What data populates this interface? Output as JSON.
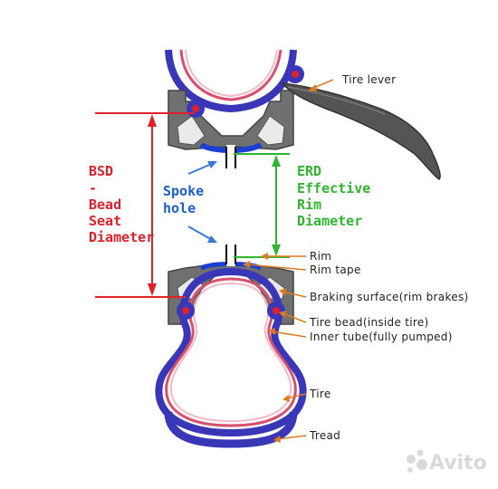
{
  "labels": {
    "tire_lever": "Tire lever",
    "rim": "Rim",
    "rim_tape": "Rim tape",
    "braking_surface": "Braking surface(rim brakes)",
    "tire_bead": "Tire bead(inside tire)",
    "inner_tube": "Inner tube(fully pumped)",
    "tire": "Tire",
    "tread": "Tread"
  },
  "bsd": [
    "BSD",
    "-",
    "Bead",
    "Seat",
    "Diameter"
  ],
  "erd": [
    "ERD",
    "Effective",
    "Rim",
    "Diameter"
  ],
  "spoke": [
    "Spoke",
    "hole"
  ],
  "watermark": "Avito",
  "colors": {
    "bsd": "#e0202a",
    "erd": "#2fb52f",
    "spoke": "#1b5fcc",
    "tire": "#3a36b8",
    "tube": "#d8506e",
    "rim": "#6f6f6f",
    "leader": "#e07a20"
  }
}
